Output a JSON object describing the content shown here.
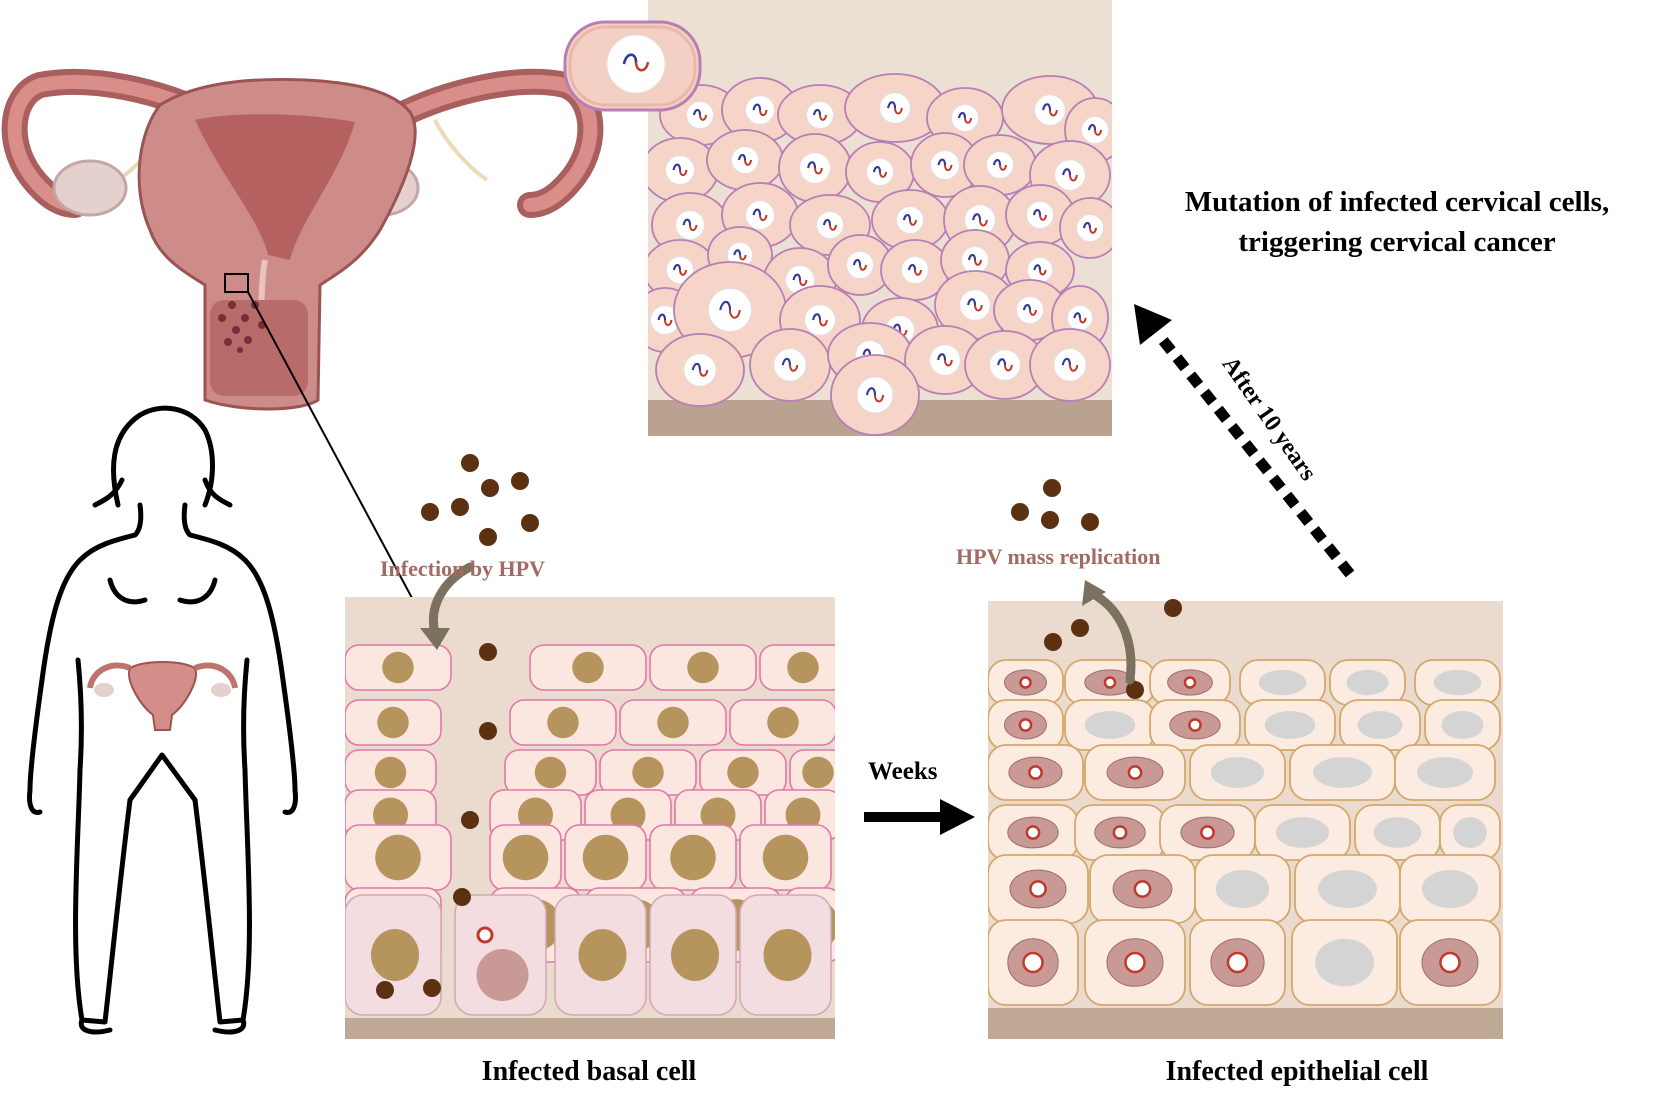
{
  "labels": {
    "mutation_line1": "Mutation of infected cervical cells,",
    "mutation_line2": "triggering cervical cancer",
    "after": "After 10 years",
    "weeks": "Weeks",
    "infection": "Infection by HPV",
    "replication": "HPV mass replication",
    "basal_caption": "Infected basal cell",
    "epithelial_caption": "Infected epithelial cell"
  },
  "colors": {
    "cell_fill": "#f6d4c8",
    "cell_border": "#b77fb4",
    "nucleus": "#b6945e",
    "virus": "#5b3112",
    "infected_nucleus": "#c99a95",
    "healthy_nucleus": "#d4d4d4",
    "uterus": "#c8807c",
    "basement": "#bfa995",
    "tissue_bg": "#eae0d4"
  }
}
